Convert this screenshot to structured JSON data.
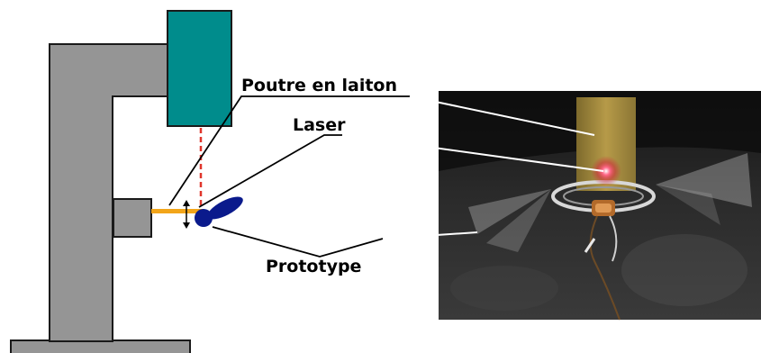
{
  "labels": {
    "beam": "Poutre en laiton",
    "laser": "Laser",
    "prototype": "Prototype"
  },
  "colors": {
    "stand": "#959595",
    "stand_outline": "#1a1a1a",
    "laser_head": "#008c8c",
    "laser_beam": "#e0352b",
    "brass_beam": "#f2a51a",
    "prototype": "#0a1a8c",
    "leader": "#000000"
  }
}
